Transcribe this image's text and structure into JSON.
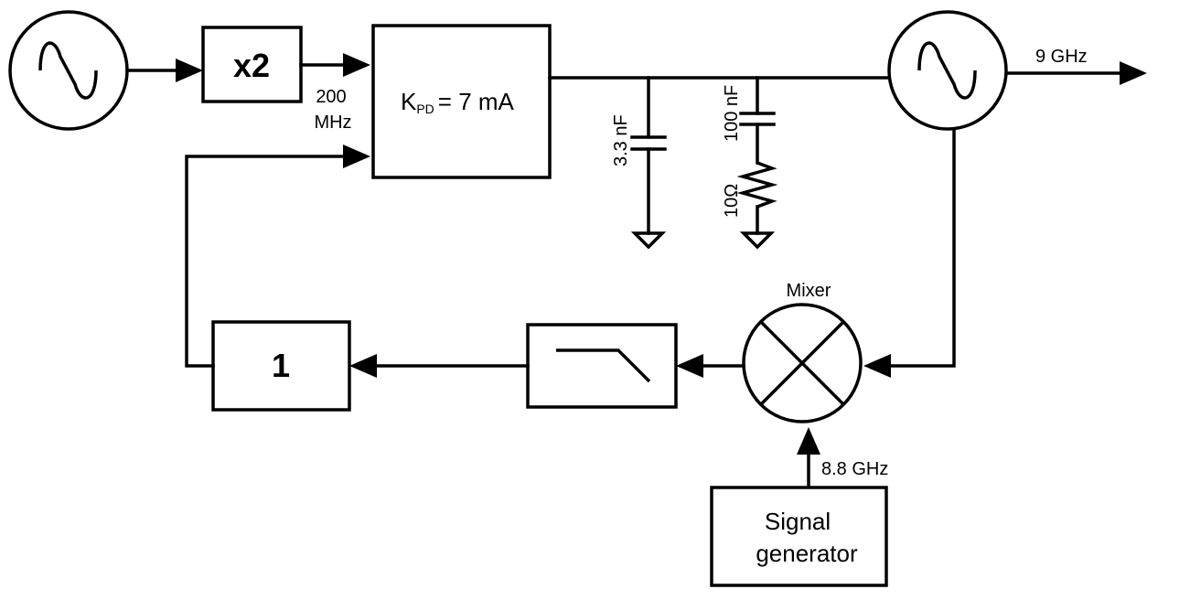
{
  "blocks": {
    "doubler": "x2",
    "phase_detector": {
      "k": "K",
      "sub": "PD",
      "value": "= 7 mA"
    },
    "divider": "1",
    "signal_generator": {
      "line1": "Signal",
      "line2": "generator"
    }
  },
  "labels": {
    "ref_freq_line1": "200",
    "ref_freq_line2": "MHz",
    "output_freq": "9 GHz",
    "mixer": "Mixer",
    "lo_freq": "8.8 GHz",
    "cap1": "3.3 nF",
    "cap2": "100 nF",
    "resistor": "10Ω"
  }
}
